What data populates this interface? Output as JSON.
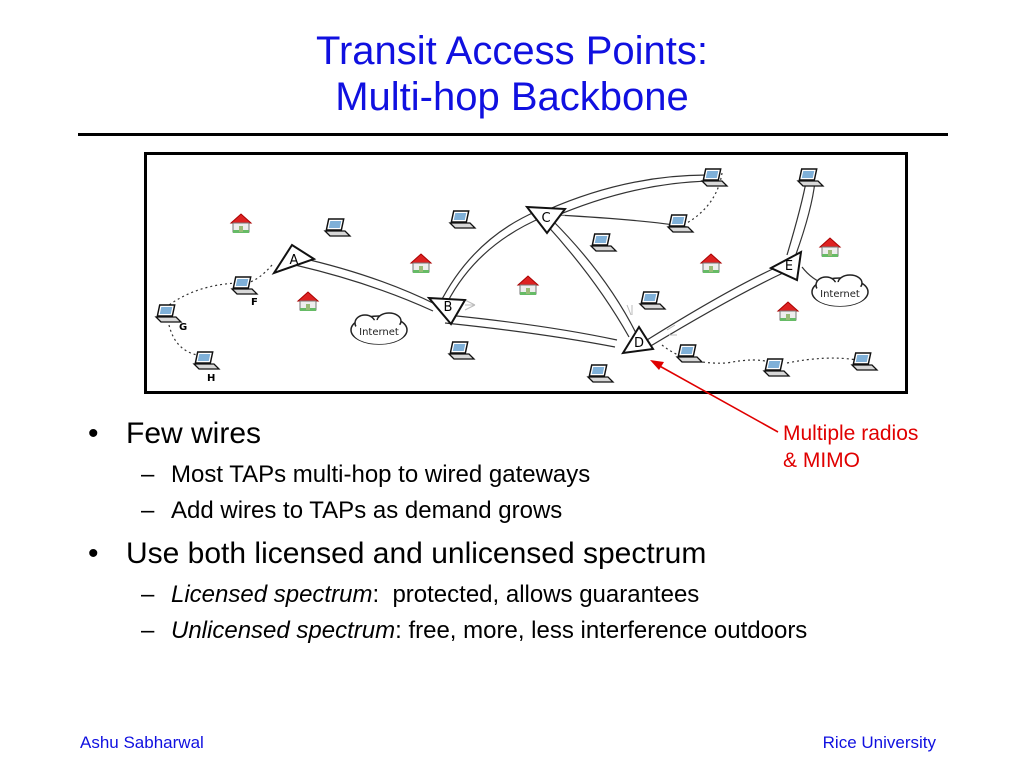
{
  "slide": {
    "title_line1": "Transit Access Points:",
    "title_line2": "Multi-hop Backbone"
  },
  "diagram": {
    "node_labels": {
      "A": "A",
      "B": "B",
      "C": "C",
      "D": "D",
      "E": "E",
      "F": "F",
      "G": "G",
      "H": "H"
    },
    "cloud_left": "Internet",
    "cloud_right": "Internet"
  },
  "callout": {
    "line1": "Multiple radios",
    "line2": "& MIMO"
  },
  "bullets": [
    {
      "text": "Few wires",
      "sub": [
        {
          "text": "Most TAPs multi-hop to wired gateways"
        },
        {
          "text": "Add wires to TAPs as demand grows"
        }
      ]
    },
    {
      "text": "Use both licensed and unlicensed spectrum",
      "sub": [
        {
          "em": "Licensed spectrum",
          "rest": ":  protected, allows guarantees"
        },
        {
          "em": "Unlicensed spectrum",
          "rest": ": free, more, less interference outdoors"
        }
      ]
    }
  ],
  "footer": {
    "left": "Ashu Sabharwal",
    "right": "Rice University"
  },
  "colors": {
    "title": "#1010e0",
    "callout": "#e00000",
    "footer": "#1010e0"
  }
}
